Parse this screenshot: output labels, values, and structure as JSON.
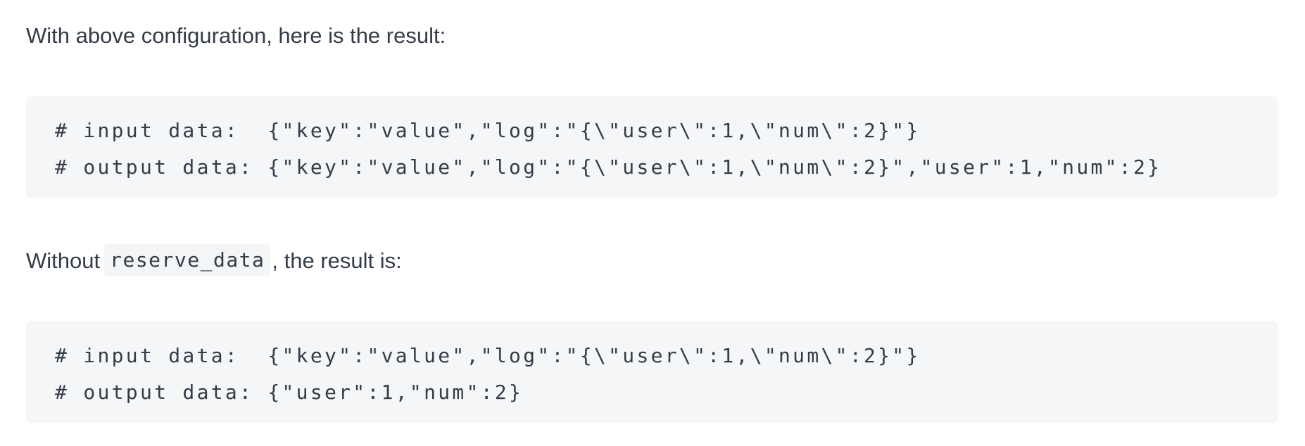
{
  "paragraph1": "With above configuration, here is the result:",
  "code_block1": {
    "lines": [
      "# input data:  {\"key\":\"value\",\"log\":\"{\\\"user\\\":1,\\\"num\\\":2}\"}",
      "# output data: {\"key\":\"value\",\"log\":\"{\\\"user\\\":1,\\\"num\\\":2}\",\"user\":1,\"num\":2}"
    ]
  },
  "paragraph2": {
    "before": "Without",
    "code": "reserve_data",
    "after": ", the result is:"
  },
  "code_block2": {
    "lines": [
      "# input data:  {\"key\":\"value\",\"log\":\"{\\\"user\\\":1,\\\"num\\\":2}\"}",
      "# output data: {\"user\":1,\"num\":2}"
    ]
  }
}
